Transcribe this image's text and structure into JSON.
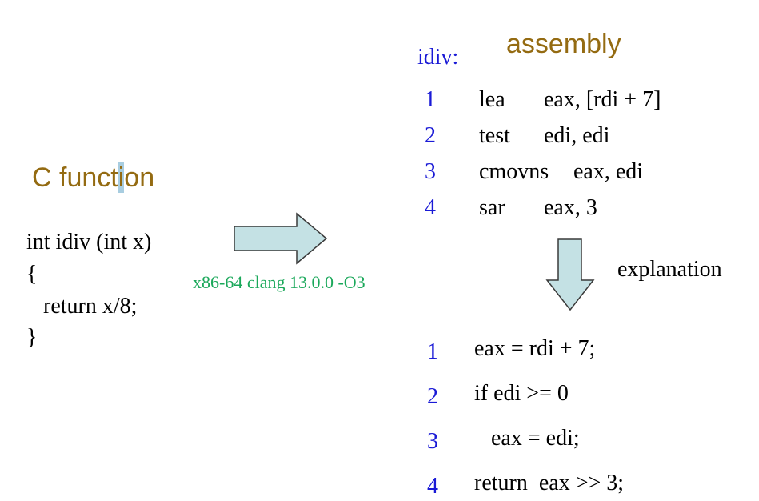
{
  "left": {
    "heading_prefix": "C funct",
    "heading_cursor": "i",
    "heading_suffix": "on",
    "code_lines": [
      "int idiv (int x)",
      "{",
      "   return x/8;",
      "}"
    ]
  },
  "compiler_label": "x86-64 clang 13.0.0 -O3",
  "right": {
    "function_label": "idiv:",
    "heading": "assembly",
    "asm": [
      {
        "num": "1",
        "op": "lea",
        "args": "eax, [rdi + 7]"
      },
      {
        "num": "2",
        "op": "test",
        "args": "edi, edi"
      },
      {
        "num": "3",
        "op": "cmovns",
        "args": "eax, edi"
      },
      {
        "num": "4",
        "op": "sar",
        "args": "eax, 3"
      }
    ],
    "explanation_label": "explanation",
    "explained": [
      {
        "num": "1",
        "text": "eax = rdi + 7;"
      },
      {
        "num": "2",
        "text": "if edi >= 0"
      },
      {
        "num": "3",
        "text": "   eax = edi;"
      },
      {
        "num": "4",
        "text": "return  eax >> 3;"
      }
    ]
  },
  "colors": {
    "heading": "#946b12",
    "line_numbers": "#1a1ad6",
    "compiler_label": "#1aa85a",
    "arrow_fill": "#c4e1e4",
    "arrow_stroke": "#3a3a3a"
  }
}
